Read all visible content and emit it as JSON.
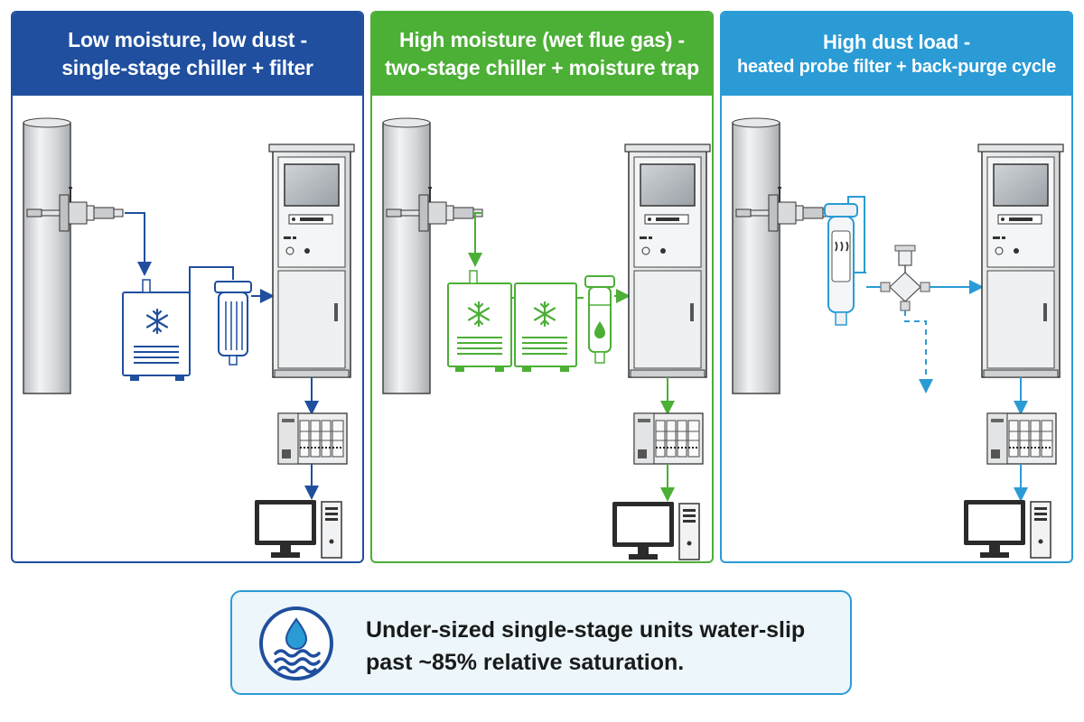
{
  "panels": [
    {
      "title_line1": "Low moisture, low dust -",
      "title_line2": "single-stage chiller + filter",
      "accent": "#1f4f9e",
      "components": [
        "stack",
        "sample-probe",
        "chiller-unit",
        "particulate-filter",
        "analyzer-cabinet",
        "plc-module",
        "computer-workstation"
      ],
      "icons": [
        "snowflake-icon"
      ]
    },
    {
      "title_line1": "High moisture (wet flue gas) -",
      "title_line2": "two-stage chiller + moisture trap",
      "accent": "#4caf36",
      "components": [
        "stack",
        "sample-probe",
        "chiller-stage-1",
        "chiller-stage-2",
        "moisture-trap",
        "analyzer-cabinet",
        "plc-module",
        "computer-workstation"
      ],
      "icons": [
        "snowflake-icon",
        "water-drop-icon"
      ]
    },
    {
      "title_line1": "High dust load -",
      "title_line2": "heated probe filter + back-purge cycle",
      "accent": "#2a9bd5",
      "components": [
        "stack",
        "sample-probe",
        "heated-filter",
        "back-purge-valve",
        "analyzer-cabinet",
        "plc-module",
        "computer-workstation"
      ],
      "icons": [
        "heat-icon"
      ]
    }
  ],
  "callout": {
    "line1": "Under-sized single-stage units water-slip",
    "line2": "past ~85% relative saturation.",
    "icon": "water-waves-icon",
    "accent": "#2a9bd5"
  }
}
